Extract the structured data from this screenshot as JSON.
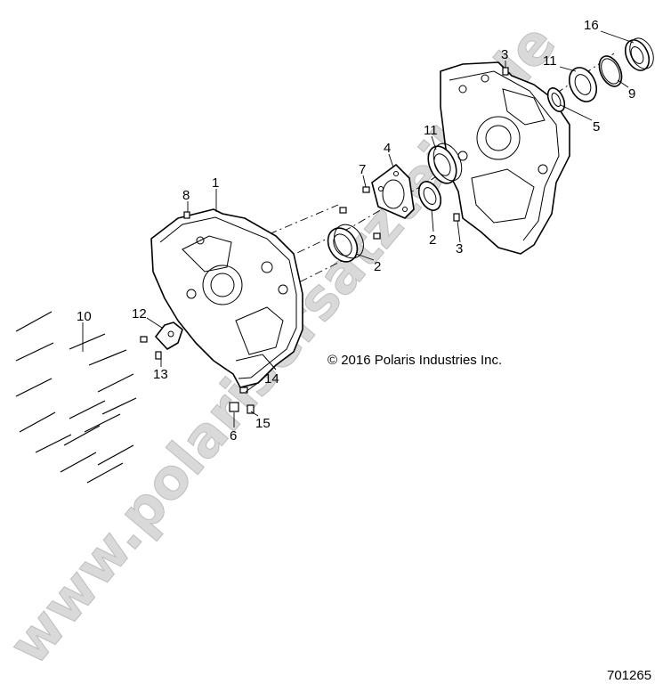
{
  "watermark": "www.polarisersatzteile.de",
  "copyright": "© 2016 Polaris Industries Inc.",
  "reference_number": "701265",
  "callouts": {
    "c1": "1",
    "c2a": "2",
    "c2b": "2",
    "c3a": "3",
    "c3b": "3",
    "c4": "4",
    "c5": "5",
    "c6": "6",
    "c7": "7",
    "c8": "8",
    "c9": "9",
    "c10": "10",
    "c11a": "11",
    "c11b": "11",
    "c12": "12",
    "c13": "13",
    "c14": "14",
    "c15": "15",
    "c16": "16"
  }
}
